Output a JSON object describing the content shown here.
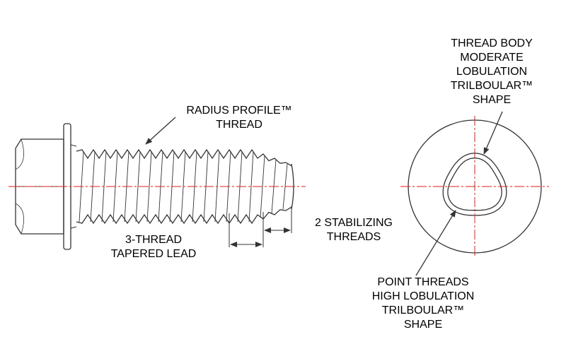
{
  "colors": {
    "line": "#333333",
    "centerline": "#e01b1b",
    "text": "#000000"
  },
  "labels": {
    "radius_profile": [
      "RADIUS PROFILE™",
      "THREAD"
    ],
    "thread_body": [
      "THREAD BODY",
      "MODERATE",
      "LOBULATION",
      "TRILBOULAR™",
      "SHAPE"
    ],
    "tapered_lead": [
      "3-THREAD",
      "TAPERED LEAD"
    ],
    "stabilizing": [
      "2 STABILIZING",
      "THREADS"
    ],
    "point_threads": [
      "POINT THREADS",
      "HIGH LOBULATION",
      "TRILBOULAR™",
      "SHAPE"
    ]
  }
}
